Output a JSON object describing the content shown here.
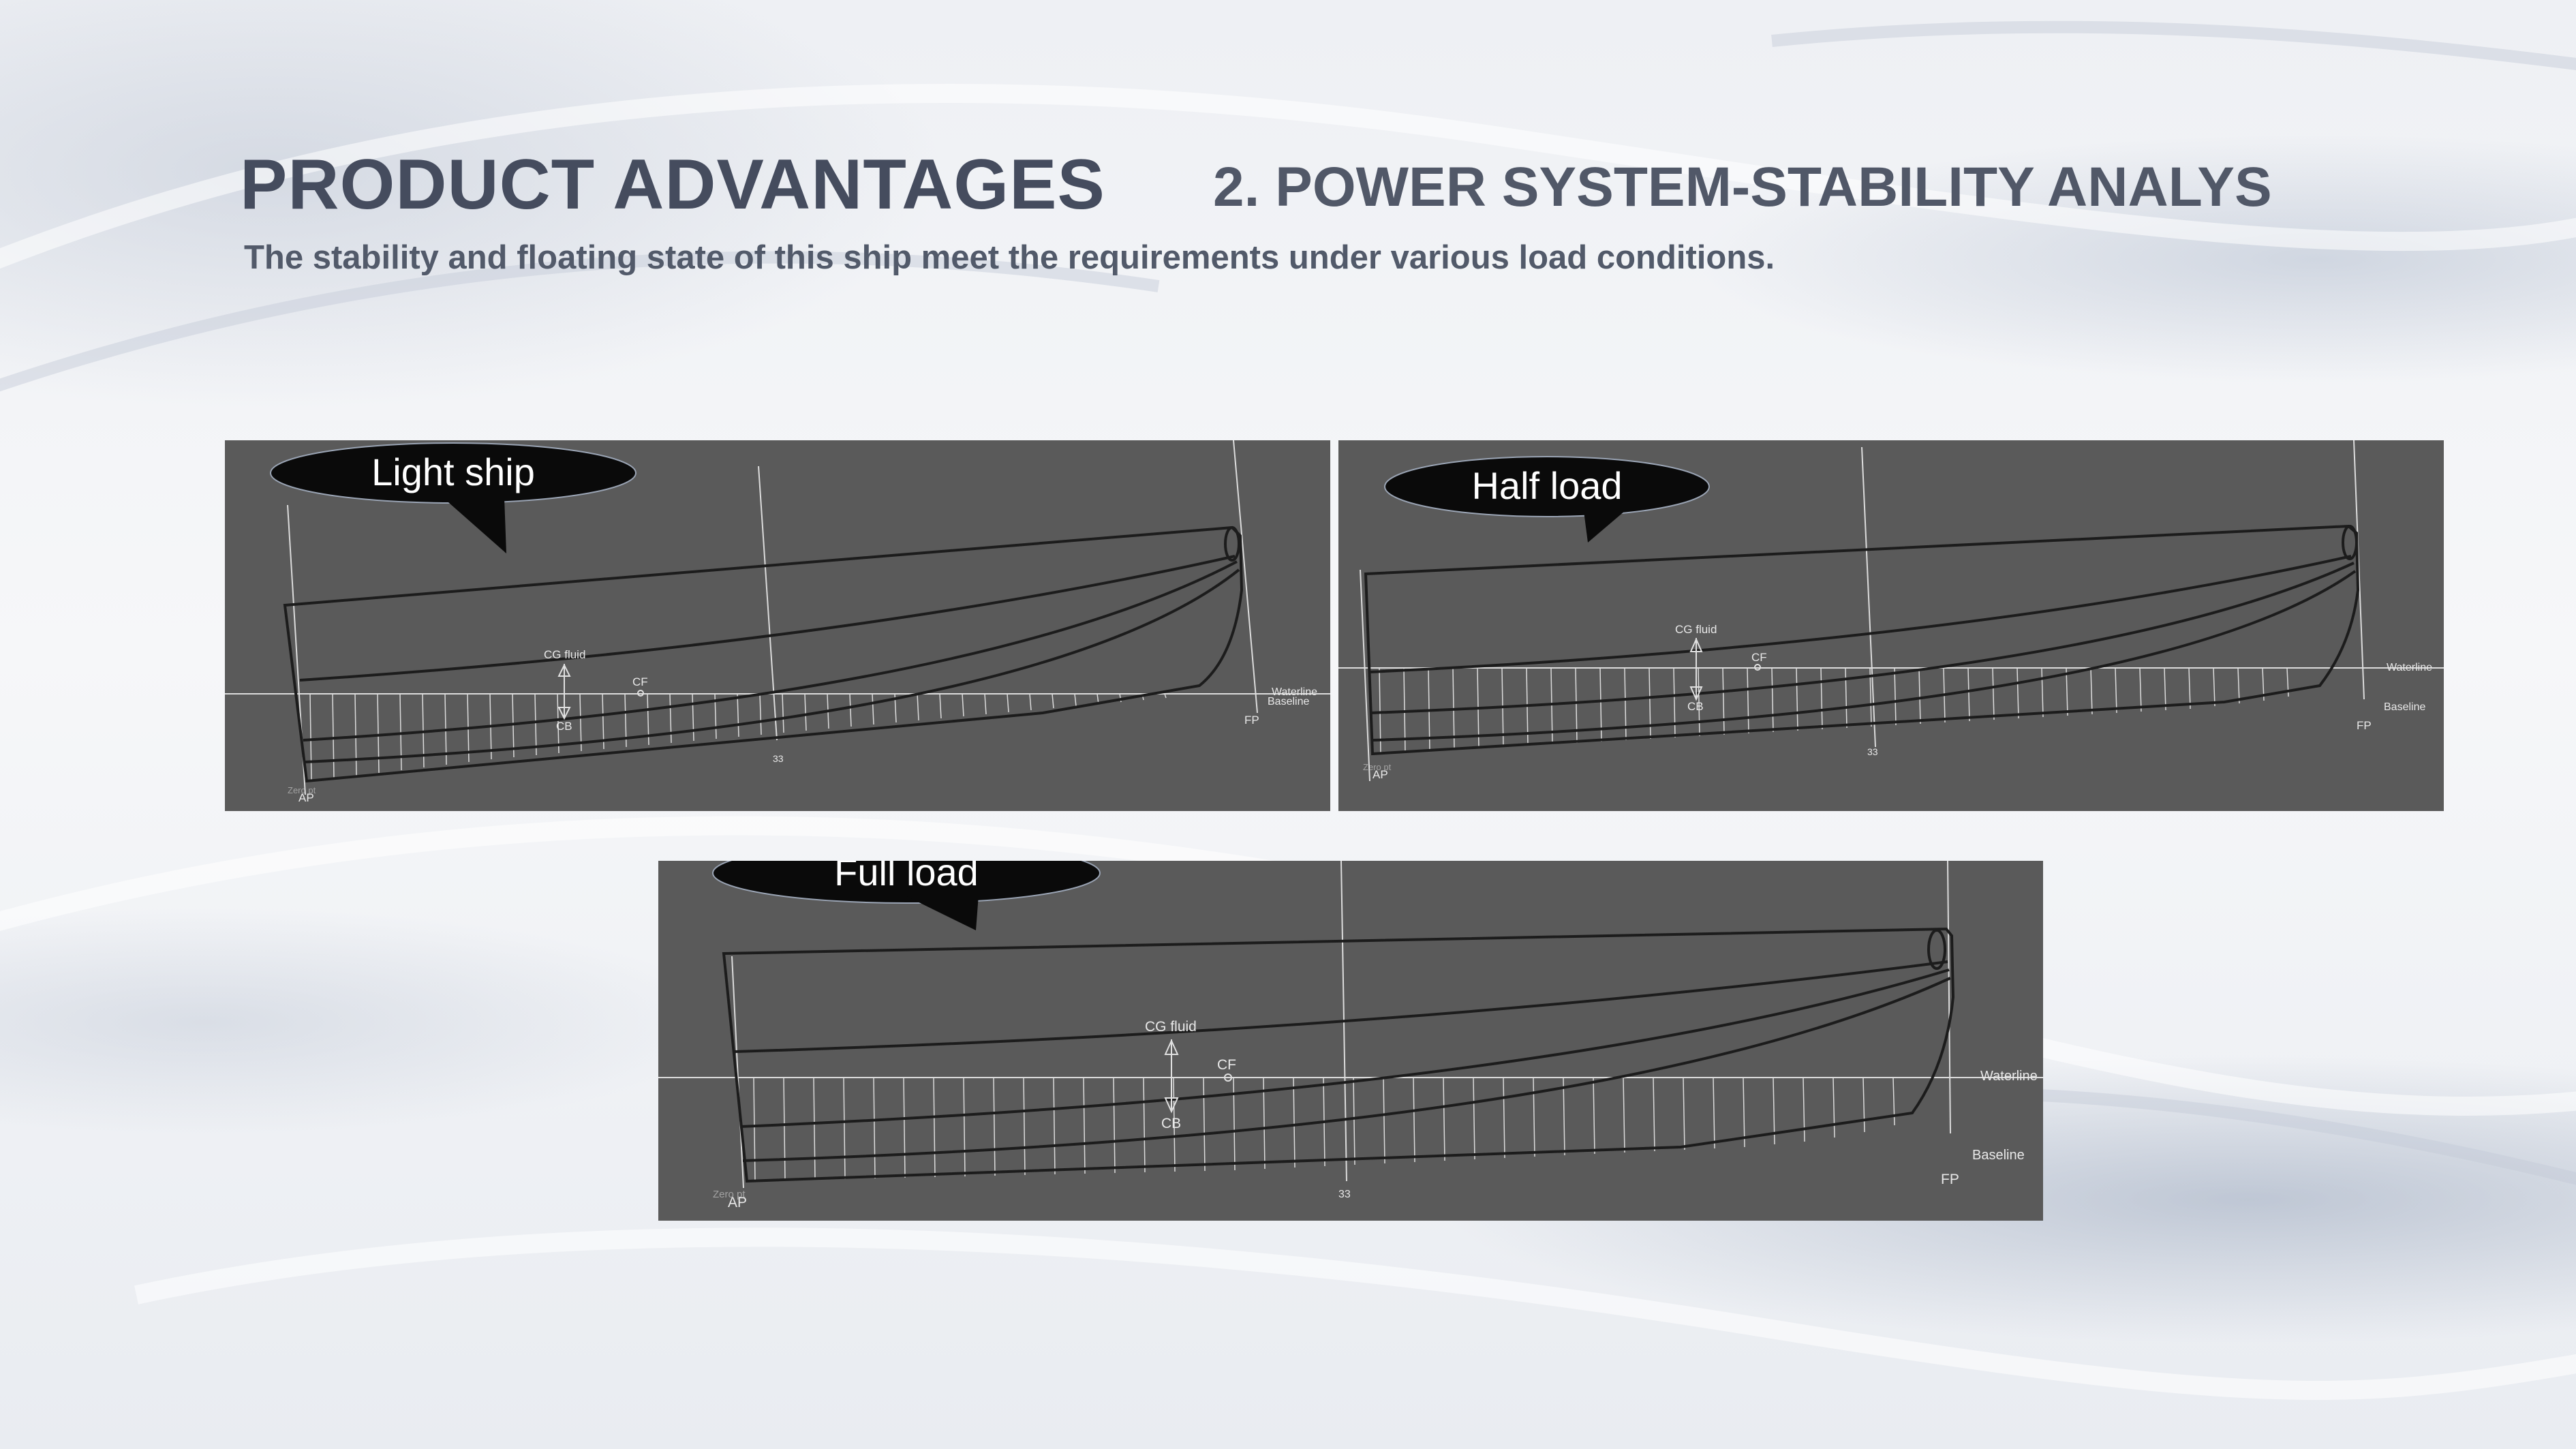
{
  "header": {
    "title": "PRODUCT ADVANTAGES",
    "section": "2. POWER SYSTEM-STABILITY ANALYS",
    "description": "The stability and floating state of this ship meet the requirements under various load conditions."
  },
  "panels": [
    {
      "id": "light-ship",
      "label": "Light ship",
      "markers": {
        "cg": "CG fluid",
        "cf": "CF",
        "cb": "CB",
        "waterline": "Waterline",
        "baseline": "Baseline",
        "fp": "FP",
        "ap": "AP",
        "mid": "33",
        "zero": "Zero pt"
      }
    },
    {
      "id": "half-load",
      "label": "Half load",
      "markers": {
        "cg": "CG fluid",
        "cf": "CF",
        "cb": "CB",
        "waterline": "Waterline",
        "baseline": "Baseline",
        "fp": "FP",
        "ap": "AP",
        "mid": "33",
        "zero": "Zero pt"
      }
    },
    {
      "id": "full-load",
      "label": "Full load",
      "markers": {
        "cg": "CG fluid",
        "cf": "CF",
        "cb": "CB",
        "waterline": "Waterline",
        "baseline": "Baseline",
        "fp": "FP",
        "ap": "AP",
        "mid": "33",
        "zero": "Zero pt"
      }
    }
  ],
  "colors": {
    "panel_bg": "#5a5a5a",
    "hull_line": "#1c1c1c",
    "guide_line": "#dcdcdc",
    "title": "#454c5e",
    "bubble": "#0a0a0a"
  }
}
